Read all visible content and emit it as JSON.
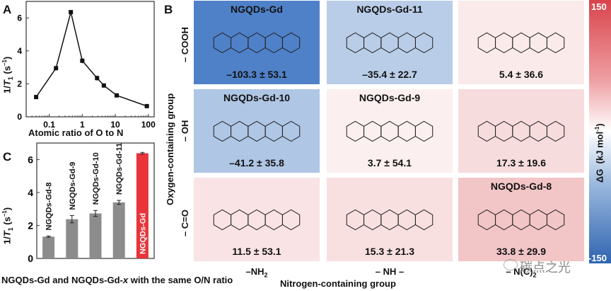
{
  "panelA": {
    "letter": "A",
    "ylabel": "1/T1 (s-1)",
    "xlabel": "Atomic ratio of O to N",
    "yticks": [
      "0",
      "2",
      "4",
      "6"
    ],
    "xticks": [
      "0.1",
      "1",
      "10",
      "100"
    ]
  },
  "panelB": {
    "letter": "B",
    "row_group_label": "Oxygen-containing group",
    "col_group_label": "Nitrogen-containing group",
    "rows": [
      "– COOH",
      "– OH",
      "– C=O"
    ],
    "cols": [
      "–NH2",
      "– NH –",
      "– N(C)2"
    ],
    "cells": [
      [
        {
          "name": "NGQDs-Gd",
          "value": "–103.3 ± 53.1",
          "color": "#4f81c8"
        },
        {
          "name": "NGQDs-Gd-11",
          "value": "–35.4 ± 22.7",
          "color": "#b9cde8"
        },
        {
          "name": "",
          "value": "5.4 ± 36.6",
          "color": "#fbeaea"
        }
      ],
      [
        {
          "name": "NGQDs-Gd-10",
          "value": "–41.2 ± 35.8",
          "color": "#afc6e5"
        },
        {
          "name": "NGQDs-Gd-9",
          "value": "3.7 ± 54.1",
          "color": "#fcefef"
        },
        {
          "name": "",
          "value": "17.3 ± 19.6",
          "color": "#f7dcdd"
        }
      ],
      [
        {
          "name": "",
          "value": "11.5 ± 53.1",
          "color": "#f9e3e4"
        },
        {
          "name": "",
          "value": "15.3 ± 21.3",
          "color": "#f8dfe0"
        },
        {
          "name": "NGQDs-Gd-8",
          "value": "33.8 ± 29.9",
          "color": "#f2c5c7"
        }
      ]
    ],
    "colorbar": {
      "max": "150",
      "min": "-150",
      "label": "ΔG (kJ mol-1)",
      "top_color": "#d9444c",
      "mid_color": "#ffffff",
      "bottom_color": "#2f64b0"
    }
  },
  "panelC": {
    "letter": "C",
    "ylabel": "1/T1 (s-1)",
    "xlabel": "NGQDs-Gd and NGQDs-Gd-x with the same O/N ratio",
    "yticks": [
      "0",
      "2",
      "4",
      "6"
    ]
  },
  "watermark": "碳点之光",
  "chart_data": [
    {
      "type": "line",
      "title": "A",
      "xlabel": "Atomic ratio of O to N",
      "ylabel": "1/T1 (s^-1)",
      "xscale": "log",
      "xlim": [
        0.02,
        150
      ],
      "ylim": [
        0,
        7
      ],
      "x": [
        0.04,
        0.16,
        0.45,
        1.0,
        2.8,
        4.5,
        11,
        90
      ],
      "y": [
        1.2,
        2.95,
        6.35,
        3.4,
        2.35,
        1.9,
        1.3,
        0.65
      ],
      "yerr": [
        0.08,
        0.12,
        0.08,
        0.15,
        0.15,
        0.08,
        0.05,
        0.04
      ],
      "grid": false
    },
    {
      "type": "heatmap",
      "title": "B",
      "xlabel": "Nitrogen-containing group",
      "ylabel": "Oxygen-containing group",
      "x_categories": [
        "–NH2",
        "– NH –",
        "– N(C)2"
      ],
      "y_categories": [
        "– COOH",
        "– OH",
        "– C=O"
      ],
      "values": [
        [
          -103.3,
          -35.4,
          5.4
        ],
        [
          -41.2,
          3.7,
          17.3
        ],
        [
          11.5,
          15.3,
          33.8
        ]
      ],
      "errors": [
        [
          53.1,
          22.7,
          36.6
        ],
        [
          35.8,
          54.1,
          19.6
        ],
        [
          53.1,
          21.3,
          29.9
        ]
      ],
      "labels": [
        [
          "NGQDs-Gd",
          "NGQDs-Gd-11",
          ""
        ],
        [
          "NGQDs-Gd-10",
          "NGQDs-Gd-9",
          ""
        ],
        [
          "",
          "",
          "NGQDs-Gd-8"
        ]
      ],
      "colorbar_label": "ΔG (kJ mol-1)",
      "colorbar_range": [
        -150,
        150
      ]
    },
    {
      "type": "bar",
      "title": "C",
      "xlabel": "NGQDs-Gd and NGQDs-Gd-x with the same O/N ratio",
      "ylabel": "1/T1 (s^-1)",
      "categories": [
        "NGQDs-Gd-8",
        "NGQDs-Gd-9",
        "NGQDs-Gd-10",
        "NGQDs-Gd-11",
        "NGQDs-Gd"
      ],
      "values": [
        1.32,
        2.38,
        2.73,
        3.4,
        6.38
      ],
      "errors": [
        0.04,
        0.22,
        0.18,
        0.12,
        0.05
      ],
      "colors": [
        "#8c8c8c",
        "#8c8c8c",
        "#8c8c8c",
        "#8c8c8c",
        "#e8343a"
      ],
      "ylim": [
        0,
        7
      ]
    }
  ]
}
